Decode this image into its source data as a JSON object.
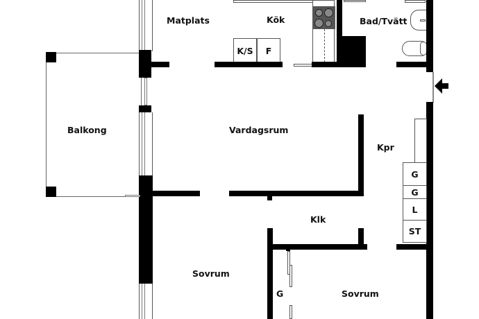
{
  "plan": {
    "rooms": [
      {
        "id": "matplats",
        "label": "Matplats"
      },
      {
        "id": "kok",
        "label": "Kök"
      },
      {
        "id": "bad",
        "label": "Bad/Tvätt"
      },
      {
        "id": "balkong",
        "label": "Balkong"
      },
      {
        "id": "vardagsrum",
        "label": "Vardagsrum"
      },
      {
        "id": "kpr",
        "label": "Kpr"
      },
      {
        "id": "klk",
        "label": "Klk"
      },
      {
        "id": "sovrum1",
        "label": "Sovrum"
      },
      {
        "id": "sovrum2",
        "label": "Sovrum"
      }
    ],
    "kitchen_units": [
      {
        "id": "ks",
        "label": "K/S"
      },
      {
        "id": "f",
        "label": "F"
      }
    ],
    "hall_storage": [
      {
        "id": "g1",
        "label": "G"
      },
      {
        "id": "g2",
        "label": "G"
      },
      {
        "id": "l",
        "label": "L"
      },
      {
        "id": "st",
        "label": "ST"
      }
    ],
    "bedroom_wardrobe": {
      "label": "G"
    },
    "entrance": {
      "icon": "entrance-arrow-icon"
    },
    "colors": {
      "wall": "#000000",
      "outline": "#555555",
      "stove": "#555555",
      "background": "#ffffff"
    }
  }
}
